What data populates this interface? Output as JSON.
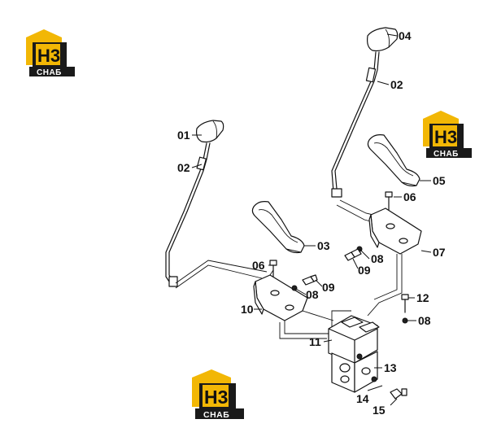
{
  "logo": {
    "letters": "H3",
    "caption": "СНАБ",
    "gold": "#f2b705",
    "dark": "#1a1a1a"
  },
  "parts": {
    "01": "01",
    "02a": "02",
    "02b": "02",
    "03": "03",
    "04": "04",
    "05": "05",
    "06a": "06",
    "06b": "06",
    "07": "07",
    "08a": "08",
    "08b": "08",
    "08c": "08",
    "09a": "09",
    "09b": "09",
    "10": "10",
    "11": "11",
    "12": "12",
    "13": "13",
    "14": "14",
    "15": "15"
  }
}
